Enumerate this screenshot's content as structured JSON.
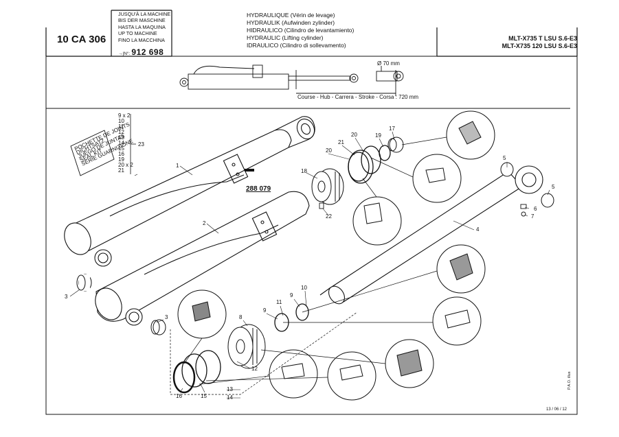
{
  "header": {
    "page_code": "10 CA 306",
    "until_lines": [
      "JUSQU'À LA MACHINE",
      "BIS DER MASCHINE",
      "HASTA LA MAQUINA",
      "UP TO MACHINE",
      "FINO LA MACCHINA"
    ],
    "serial_prefix": "→|N°:",
    "serial_number": "912 698",
    "title_lines": [
      "HYDRAULIQUE (Vérin de levage)",
      "HYDRAULIK (Aufwinden zylinder)",
      "HIDRAULICO (Cilindro de levantamiento)",
      "HYDRAULIC (Lifting cylinder)",
      "IDRAULICO (Cilindro di sollevamento)"
    ],
    "models": [
      "MLT-X735 T LSU S.6-E3",
      "MLT-X735 120 LSU S.6-E3"
    ]
  },
  "overview": {
    "diameter": "Ø 70 mm",
    "stroke": "Course - Hub - Carrera - Stroke - Corsa : 720 mm"
  },
  "seal_kit": {
    "labels": [
      "POCHETTE DE JOINTS",
      "DICHTSATZ",
      "JUEGO DE JUNTAS",
      "SEAL KIT",
      "SERIE GUARNIZIONE"
    ],
    "items": [
      "9 x 2",
      "10",
      "11",
      "12",
      "13",
      "14",
      "15",
      "16",
      "19",
      "20 x 2",
      "21"
    ],
    "kit_number": "23"
  },
  "ref_part": "288 079",
  "callouts": {
    "c1": "1",
    "c2": "2",
    "c3a": "3",
    "c3b": "3",
    "c4": "4",
    "c5a": "5",
    "c5b": "5",
    "c6": "6",
    "c7": "7",
    "c8": "8",
    "c9": "9",
    "c9b": "9",
    "c10": "10",
    "c11": "11",
    "c12": "12",
    "c13": "13",
    "c14": "14",
    "c15": "15",
    "c16": "16",
    "c17": "17",
    "c18": "18",
    "c19": "19",
    "c20a": "20",
    "c20b": "20",
    "c21": "21",
    "c22": "22"
  },
  "footer": {
    "date": "13 / 06 / 12",
    "credit": "P.A.O. illus"
  }
}
